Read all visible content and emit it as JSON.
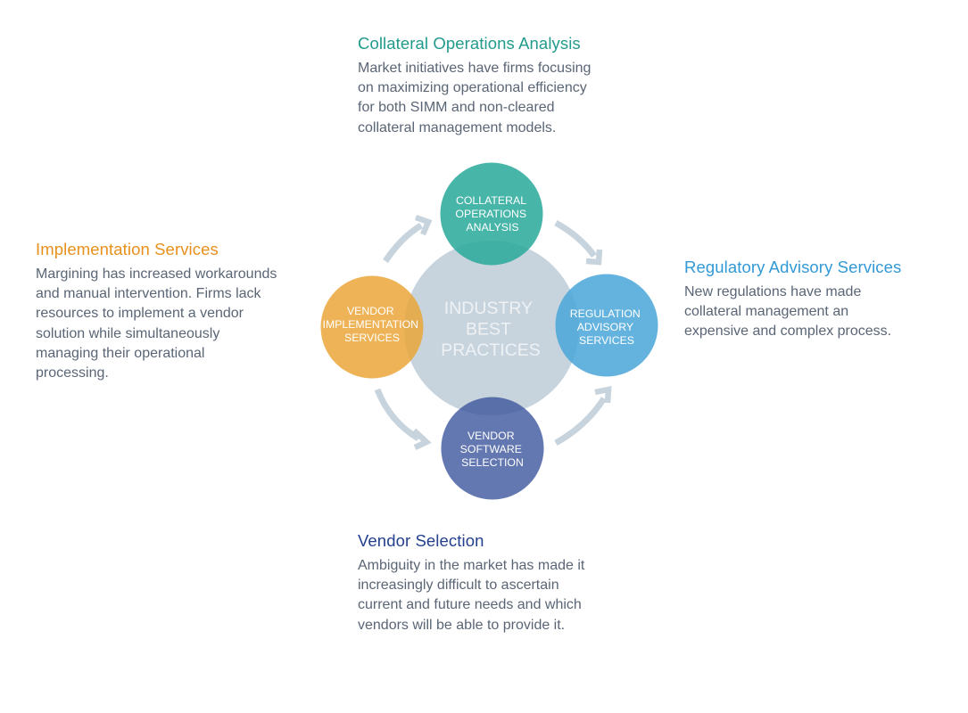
{
  "colors": {
    "teal": "#2aa99b",
    "orange": "#eaa63a",
    "blue": "#4aa6d8",
    "navy": "#3c559e",
    "center": "#c8d4dd",
    "arrow": "#c8d4dd",
    "body_text": "#5a6575",
    "heading_top": "#229a8c",
    "heading_left": "#e8901c",
    "heading_right": "#3399d6",
    "heading_bottom": "#24408e"
  },
  "center": {
    "lines": [
      "INDUSTRY",
      "BEST",
      "PRACTICES"
    ]
  },
  "circles": [
    {
      "id": "top",
      "lines": [
        "COLLATERAL",
        "OPERATIONS",
        "ANALYSIS"
      ]
    },
    {
      "id": "left",
      "lines": [
        "VENDOR",
        "IMPLEMENTATION",
        "SERVICES"
      ]
    },
    {
      "id": "right",
      "lines": [
        "REGULATION",
        "ADVISORY",
        "SERVICES"
      ]
    },
    {
      "id": "bottom",
      "lines": [
        "VENDOR",
        "SOFTWARE",
        "SELECTION"
      ]
    }
  ],
  "blocks": {
    "top": {
      "title": "Collateral Operations Analysis",
      "body": "Market initiatives have firms focusing\non maximizing operational efficiency\nfor both SIMM and non-cleared\ncollateral management models."
    },
    "left": {
      "title": "Implementation Services",
      "body": "Margining has increased workarounds\nand manual intervention. Firms lack\nresources to implement a vendor\nsolution while simultaneously\nmanaging their operational\nprocessing."
    },
    "right": {
      "title": "Regulatory Advisory Services",
      "body": "New regulations have made\ncollateral management an\nexpensive and complex process."
    },
    "bottom": {
      "title": "Vendor Selection",
      "body": "Ambiguity in the market has made it\nincreasingly difficult to ascertain\ncurrent and future needs and which\nvendors will be able to provide it."
    }
  }
}
